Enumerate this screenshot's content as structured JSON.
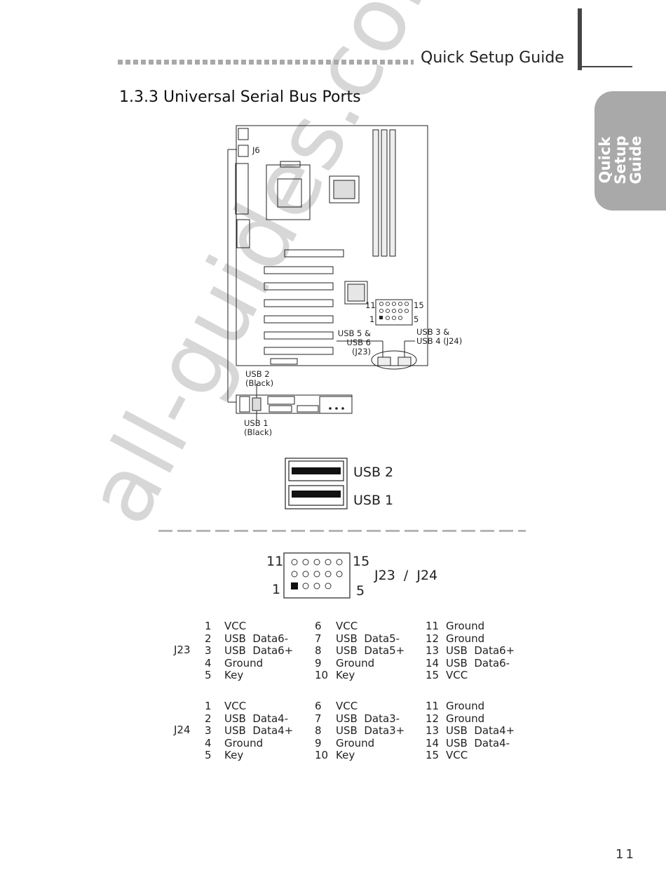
{
  "header": {
    "title": "Quick Setup Guide"
  },
  "side_tab": {
    "line1": "Quick Setup",
    "line2": "Guide"
  },
  "section": {
    "title": "1.3.3  Universal Serial Bus Ports"
  },
  "board_figure": {
    "connector_j6": "J6",
    "usb56_line1": "USB 5 &",
    "usb56_line2": "USB 6 (J23)",
    "usb34_line1": "USB 3 &",
    "usb34_line2": "USB 4 (J24)",
    "usb2_line1": "USB 2",
    "usb2_line2": "(Black)",
    "usb1_line1": "USB 1",
    "usb1_line2": "(Black)",
    "mini_pin_11": "11",
    "mini_pin_15": "15",
    "mini_pin_1": "1",
    "mini_pin_5": "5"
  },
  "usb_port_figure": {
    "top_label": "USB 2",
    "bottom_label": "USB 1"
  },
  "header_figure": {
    "pin_11": "11",
    "pin_15": "15",
    "pin_1": "1",
    "pin_5": "5",
    "name": "J23  /  J24"
  },
  "pinouts": [
    {
      "name": "J23",
      "col1": [
        {
          "pin": "1",
          "sig": "VCC"
        },
        {
          "pin": "2",
          "sig": "USB  Data6-"
        },
        {
          "pin": "3",
          "sig": "USB  Data6+"
        },
        {
          "pin": "4",
          "sig": "Ground"
        },
        {
          "pin": "5",
          "sig": "Key"
        }
      ],
      "col2": [
        {
          "pin": "6",
          "sig": "VCC"
        },
        {
          "pin": "7",
          "sig": "USB  Data5-"
        },
        {
          "pin": "8",
          "sig": "USB  Data5+"
        },
        {
          "pin": "9",
          "sig": "Ground"
        },
        {
          "pin": "10",
          "sig": "Key"
        }
      ],
      "col3": [
        {
          "pin": "11",
          "sig": "Ground"
        },
        {
          "pin": "12",
          "sig": "Ground"
        },
        {
          "pin": "13",
          "sig": "USB  Data6+"
        },
        {
          "pin": "14",
          "sig": "USB  Data6-"
        },
        {
          "pin": "15",
          "sig": "VCC"
        }
      ]
    },
    {
      "name": "J24",
      "col1": [
        {
          "pin": "1",
          "sig": "VCC"
        },
        {
          "pin": "2",
          "sig": "USB  Data4-"
        },
        {
          "pin": "3",
          "sig": "USB  Data4+"
        },
        {
          "pin": "4",
          "sig": "Ground"
        },
        {
          "pin": "5",
          "sig": "Key"
        }
      ],
      "col2": [
        {
          "pin": "6",
          "sig": "VCC"
        },
        {
          "pin": "7",
          "sig": "USB  Data3-"
        },
        {
          "pin": "8",
          "sig": "USB  Data3+"
        },
        {
          "pin": "9",
          "sig": "Ground"
        },
        {
          "pin": "10",
          "sig": "Key"
        }
      ],
      "col3": [
        {
          "pin": "11",
          "sig": "Ground"
        },
        {
          "pin": "12",
          "sig": "Ground"
        },
        {
          "pin": "13",
          "sig": "USB  Data4+"
        },
        {
          "pin": "14",
          "sig": "USB  Data4-"
        },
        {
          "pin": "15",
          "sig": "VCC"
        }
      ]
    }
  ],
  "watermark": "all-guides.com",
  "page_number": "11"
}
